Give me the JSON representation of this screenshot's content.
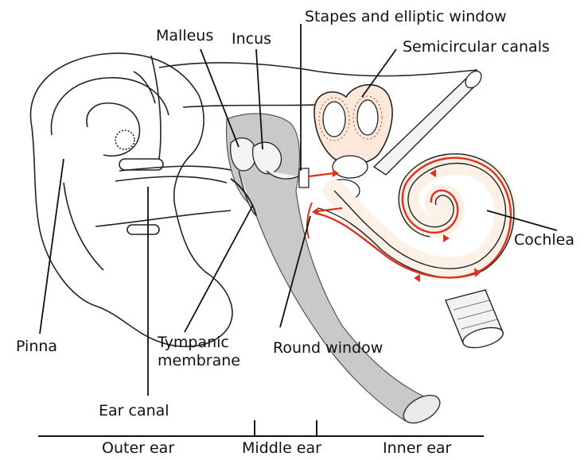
{
  "labels": {
    "malleus": "Malleus",
    "incus": "Incus",
    "stapes": "Stapes and elliptic window",
    "semicircular": "Semicircular canals",
    "cochlea": "Cochlea",
    "pinna": "Pinna",
    "tympanic_line1": "Tympanic",
    "tympanic_line2": "membrane",
    "round_window": "Round window",
    "ear_canal": "Ear canal"
  },
  "regions": {
    "outer": "Outer ear",
    "middle": "Middle ear",
    "inner": "Inner ear"
  },
  "colors": {
    "outline": "#222222",
    "tube_gray": "#c9c9c9",
    "inner_fill": "#fde9dc",
    "red": "#e0301c",
    "cochlea_cream": "#fbf1e6"
  }
}
